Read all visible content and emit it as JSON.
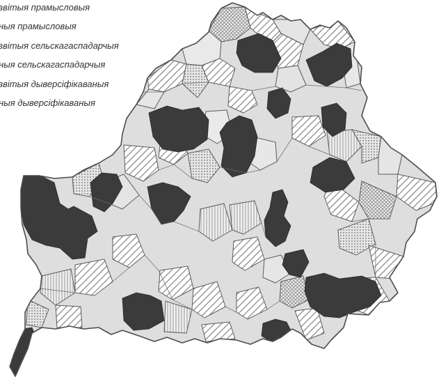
{
  "legend": {
    "items": [
      "звітыя прамысловыя",
      "ныя прамысловыя",
      "звітыя сельскагаспадарчыя",
      "ныя сельскагаспадарчыя",
      "звітыя дыверсіфікаваныя",
      "ныя дыверсіфікаваныя"
    ]
  },
  "colors": {
    "outline": "#4d4d4d",
    "dark": "#3b3b3b",
    "light": "#d9d9d9",
    "hatch": "#8c8c8c",
    "paper": "#ffffff"
  }
}
